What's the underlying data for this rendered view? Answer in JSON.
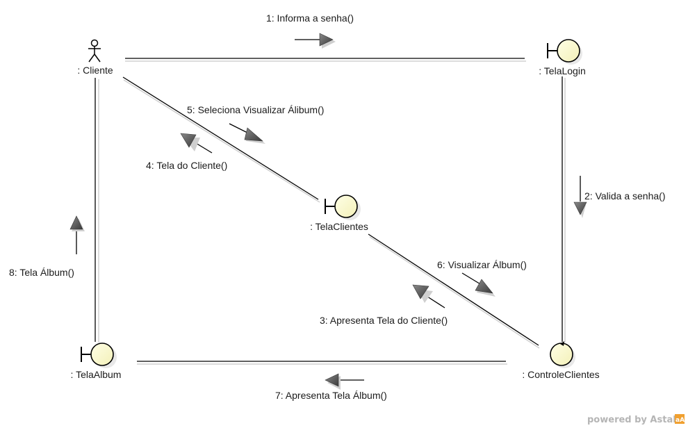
{
  "objects": {
    "cliente": ": Cliente",
    "tela_login": ": TelaLogin",
    "tela_clientes": ": TelaClientes",
    "tela_album": ": TelaAlbum",
    "controle_clientes": ": ControleClientes"
  },
  "messages": {
    "m1": "1: Informa a senha()",
    "m2": "2: Valida a senha()",
    "m3": "3: Apresenta Tela do Cliente()",
    "m4": "4: Tela do Cliente()",
    "m5": "5: Seleciona Visualizar Álibum()",
    "m6": "6: Visualizar Álbum()",
    "m7": "7: Apresenta Tela Álbum()",
    "m8": "8: Tela Álbum()"
  },
  "watermark": {
    "text": "powered by Astah",
    "logo_color": "#f0a030"
  },
  "colors": {
    "object_fill": "#ffffcc",
    "arrow_fill": "#666666"
  }
}
